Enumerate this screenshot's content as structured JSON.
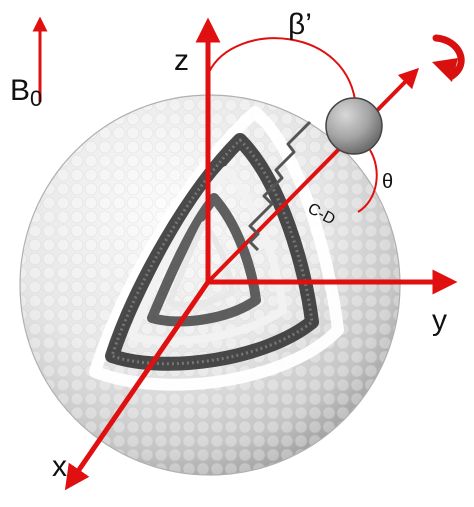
{
  "labels": {
    "b0": "B",
    "b0_sub": "0",
    "beta": "β’",
    "theta": "θ",
    "z_axis": "z",
    "y_axis": "y",
    "x_axis": "x",
    "bond": "C-D"
  },
  "colors": {
    "axis": "#e01010",
    "sphere_light": "#f6f6f6",
    "sphere_dark": "#a8a8a8",
    "band": "#2a2a2a",
    "ball": "#9a9a9a"
  },
  "icons": {
    "rotation": "curved-arrow-icon"
  }
}
